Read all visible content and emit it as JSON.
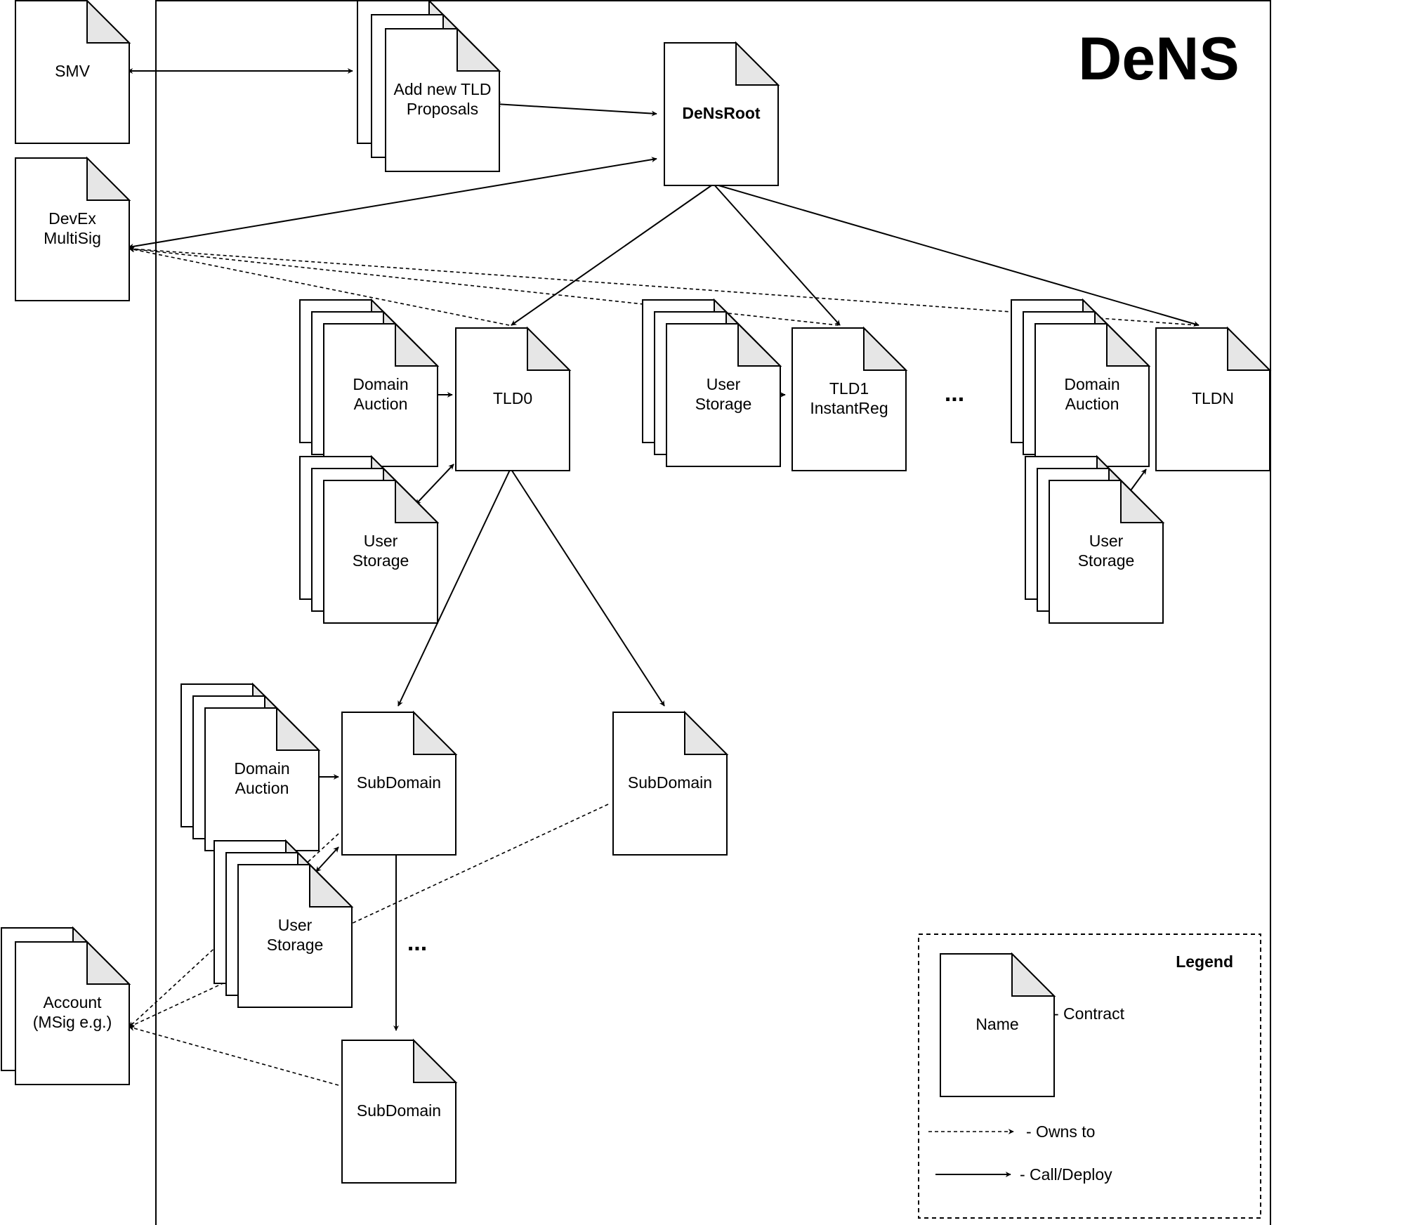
{
  "diagram": {
    "title": "DeNS",
    "nodes": {
      "smv": "SMV",
      "devex_multisig": [
        "DevEx",
        "MultiSig"
      ],
      "add_tld_proposals": [
        "Add new TLD",
        "Proposals"
      ],
      "dens_root": "DeNsRoot",
      "tld0": "TLD0",
      "tld0_domain_auction": [
        "Domain",
        "Auction"
      ],
      "tld0_user_storage": [
        "User",
        "Storage"
      ],
      "tld1_user_storage": [
        "User",
        "Storage"
      ],
      "tld1": [
        "TLD1",
        "InstantReg"
      ],
      "tldn_domain_auction": [
        "Domain",
        "Auction"
      ],
      "tldn": "TLDN",
      "tldn_user_storage": [
        "User",
        "Storage"
      ],
      "subdomain_left": "SubDomain",
      "subdomain_right": "SubDomain",
      "subdomain_bottom": "SubDomain",
      "sub_domain_auction": [
        "Domain",
        "Auction"
      ],
      "sub_user_storage": [
        "User",
        "Storage"
      ],
      "account": [
        "Account",
        "(MSig e.g.)"
      ]
    },
    "ellipses": {
      "tld_row": "...",
      "subdomain_chain": "..."
    },
    "legend": {
      "title": "Legend",
      "contract_name": "Name",
      "contract_label": "- Contract",
      "owns_to_label": "- Owns to",
      "call_deploy_label": "- Call/Deploy"
    }
  }
}
